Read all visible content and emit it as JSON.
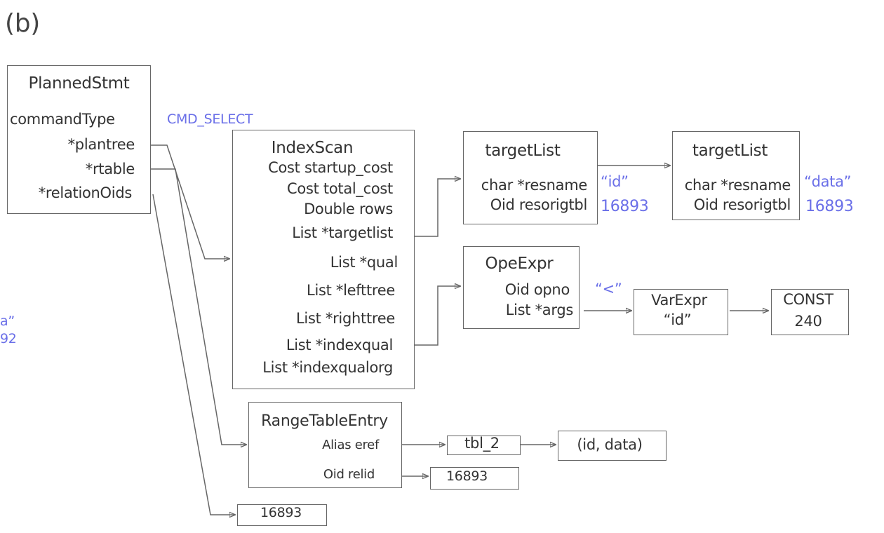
{
  "figure_label": "(b)",
  "planned_stmt": {
    "title": "PlannedStmt",
    "fields": [
      "commandType",
      "*plantree",
      "*rtable",
      "*relationOids"
    ]
  },
  "cmd_select": "CMD_SELECT",
  "left_partial": {
    "line1": "a”",
    "line2": "92"
  },
  "index_scan": {
    "title": "IndexScan",
    "fields": [
      "Cost startup_cost",
      "Cost total_cost",
      "Double rows",
      "List *targetlist",
      "List *qual",
      "List *lefttree",
      "List *righttree",
      "List *indexqual",
      "List *indexqualorg"
    ]
  },
  "target_list_1": {
    "title": "targetList",
    "fields": [
      "char *resname",
      "Oid resorigtbl"
    ],
    "values": [
      "“id”",
      "16893"
    ]
  },
  "target_list_2": {
    "title": "targetList",
    "fields": [
      "char *resname",
      "Oid resorigtbl"
    ],
    "values": [
      "“data”",
      "16893"
    ]
  },
  "ope_expr": {
    "title": "OpeExpr",
    "fields": [
      "Oid opno",
      "List *args"
    ],
    "opno_value": "“<”"
  },
  "var_expr": {
    "title": "VarExpr",
    "value": "“id”"
  },
  "const": {
    "title": "CONST",
    "value": "240"
  },
  "range_table_entry": {
    "title": "RangeTableEntry",
    "fields": [
      "Alias eref",
      "Oid relid"
    ]
  },
  "alias_name": "tbl_2",
  "alias_cols": "(id, data)",
  "relid_value": "16893",
  "relation_oid_value": "16893",
  "colors": {
    "line": "#666666",
    "value_text": "#6a6fe8",
    "text": "#333333"
  }
}
